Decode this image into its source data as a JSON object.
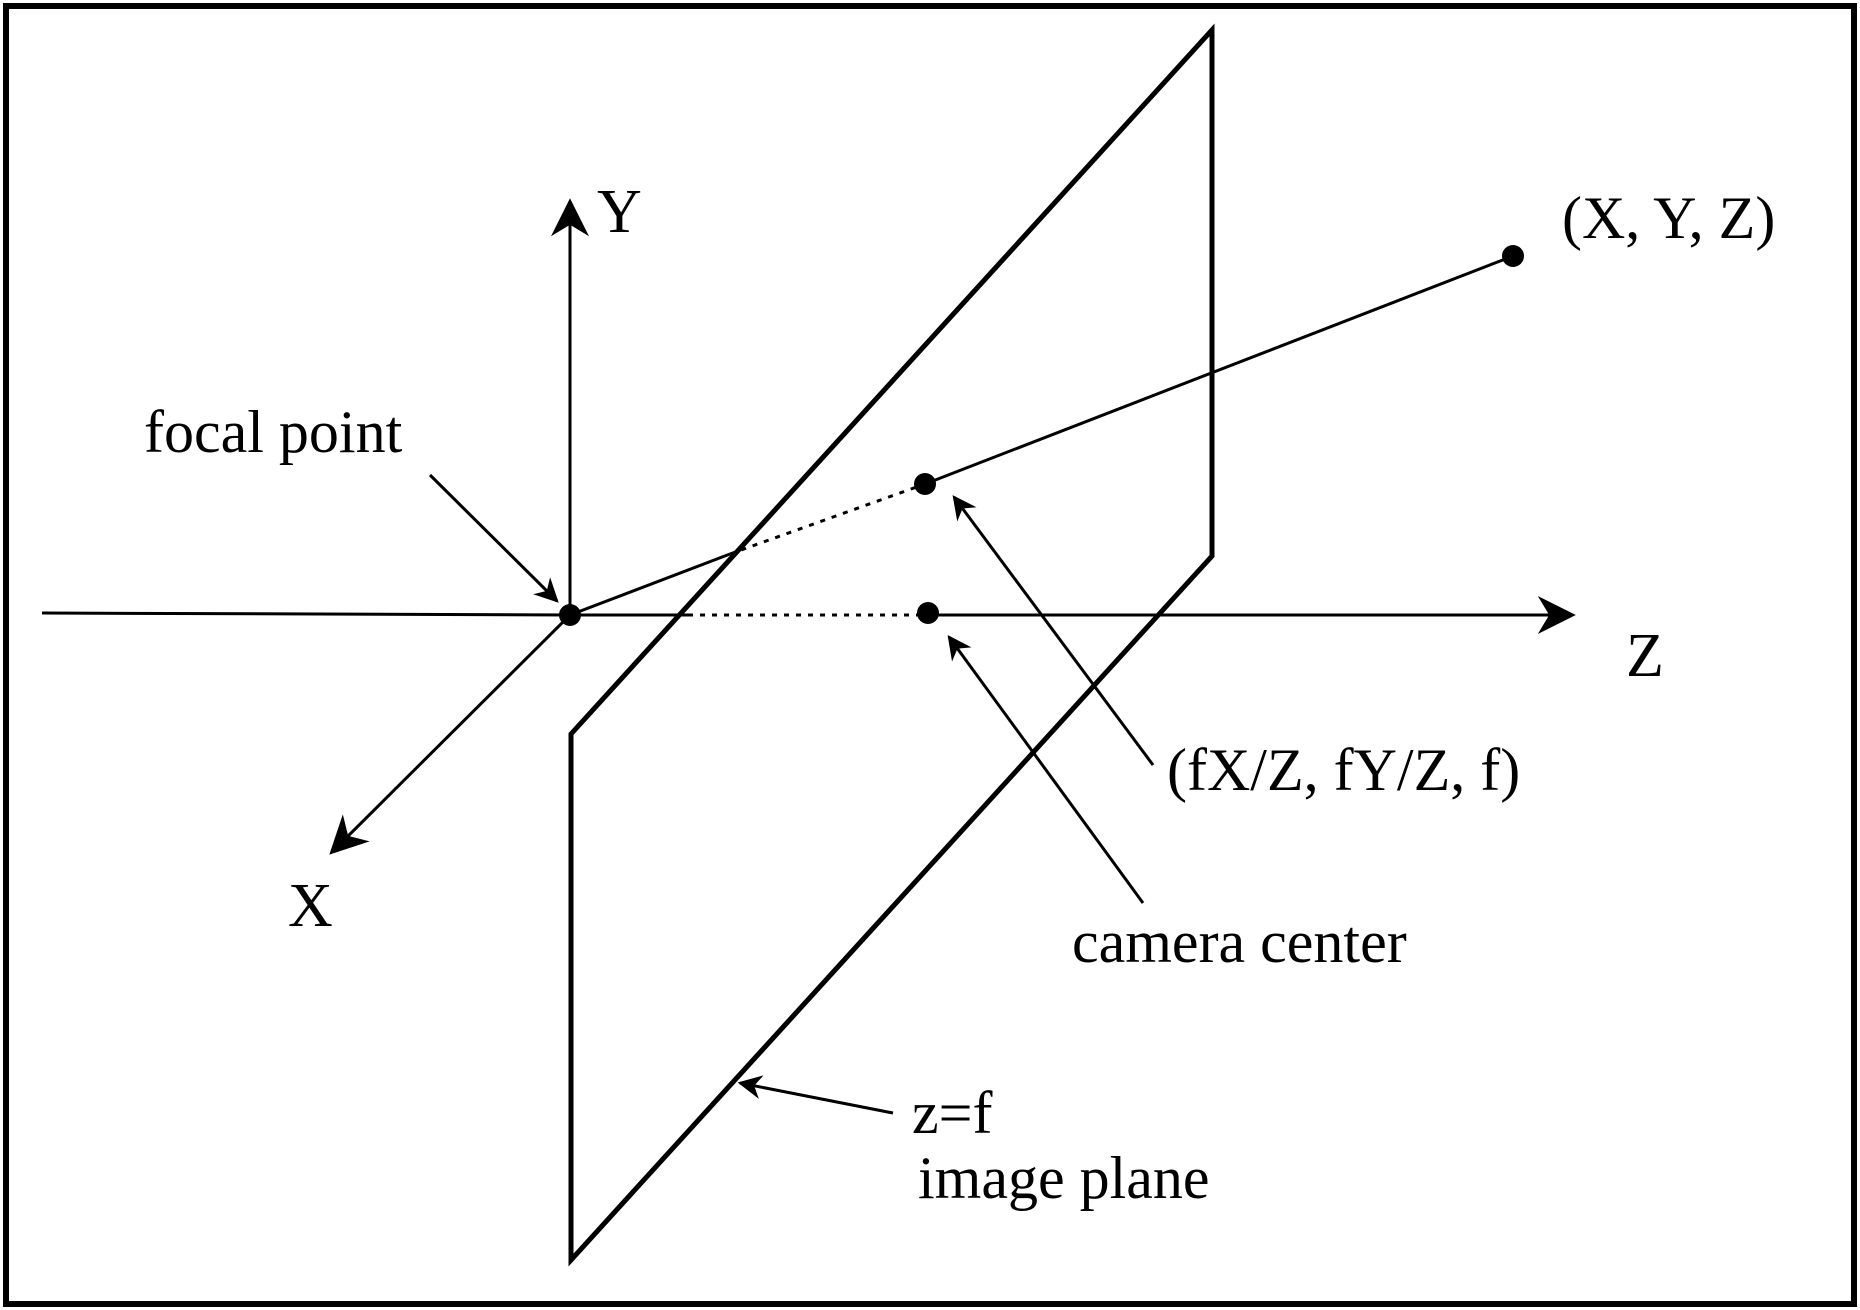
{
  "labels": {
    "y_axis": "Y",
    "z_axis": "Z",
    "x_axis": "X",
    "focal_point": "focal point",
    "world_point": "(X, Y, Z)",
    "image_point": "(fX/Z, fY/Z, f)",
    "camera_center": "camera center",
    "plane_equation": "z=f",
    "plane_name": "image plane"
  },
  "colors": {
    "ink": "#000000",
    "background": "#ffffff"
  }
}
